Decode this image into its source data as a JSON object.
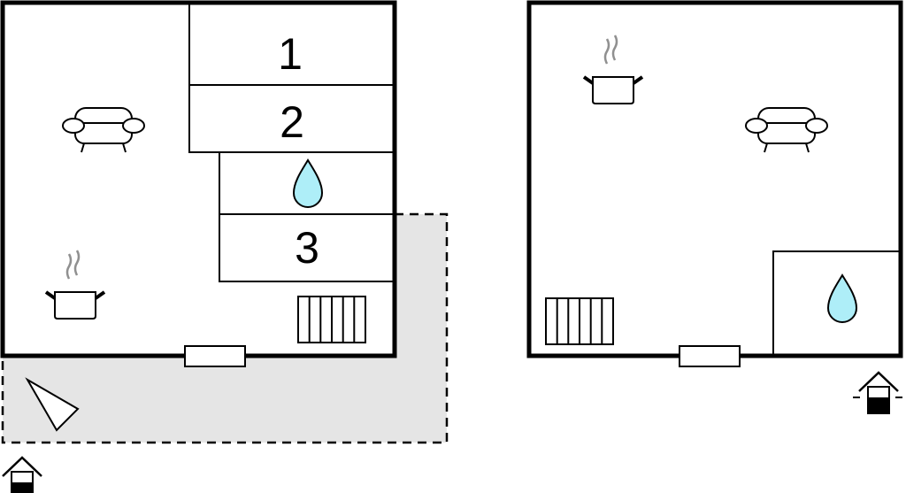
{
  "plan": {
    "rooms": [
      {
        "label": "1"
      },
      {
        "label": "2"
      },
      {
        "label": "3"
      }
    ]
  },
  "colors": {
    "wall": "#000000",
    "terrace": "#e5e5e5",
    "water": "#aeeef8",
    "steam": "#909090"
  },
  "icons": [
    "sofa-icon",
    "cooking-pot-icon",
    "water-drop-icon",
    "radiator-icon",
    "door-icon",
    "entrance-icon",
    "compass-triangle-icon"
  ]
}
